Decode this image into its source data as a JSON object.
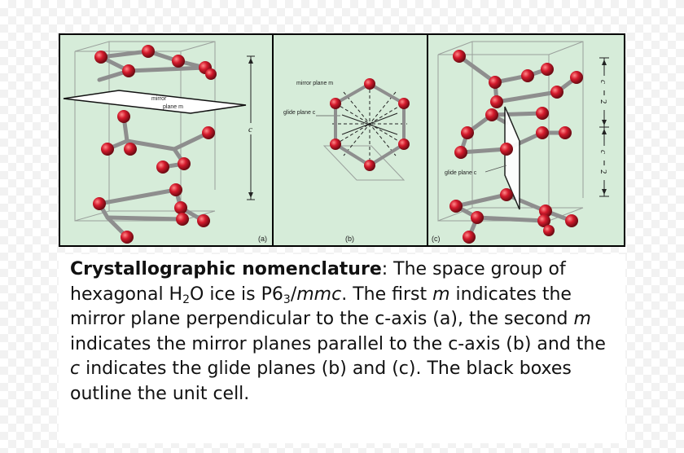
{
  "figure": {
    "panel_a": {
      "tag": "(a)",
      "mirror_label_1": "mirror",
      "mirror_label_2": "plane m",
      "axis_label": "c"
    },
    "panel_b": {
      "tag": "(b)",
      "mirror_label": "mirror plane m",
      "glide_label": "glide plane c"
    },
    "panel_c": {
      "tag": "(c)",
      "glide_label": "glide plane c",
      "half_c_top_num": "c",
      "half_c_top_den": "2",
      "half_c_bottom_num": "c",
      "half_c_bottom_den": "2"
    },
    "colors": {
      "panel_bg": "#d6ecd9",
      "atom": "#c0162a",
      "bond": "#9a9a9a"
    }
  },
  "caption": {
    "heading": "Crystallographic nomenclature",
    "t1": ": The space group of hexagonal H",
    "sub1": "2",
    "t2": "O ice is P6",
    "sub2": "3",
    "t3": "/",
    "mmc": "mmc",
    "t4": ". The first ",
    "m1": "m",
    "t5": " indicates the mirror plane perpendicular  to the c-axis (a), the second ",
    "m2": "m",
    "t6": " indicates the mirror planes parallel to the c-axis (b) and the ",
    "c1": "c",
    "t7": " indicates the glide planes (b) and (c). The black boxes outline the unit cell."
  }
}
